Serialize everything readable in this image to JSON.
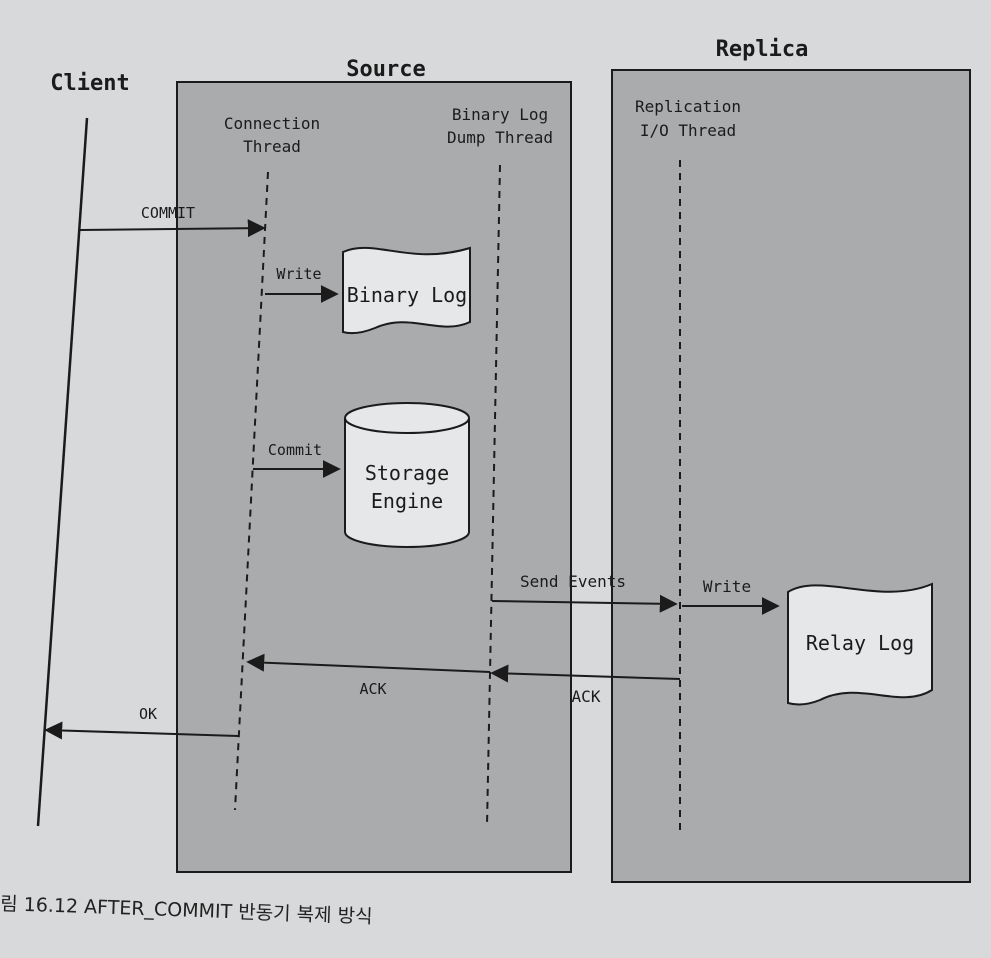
{
  "lanes": {
    "client": "Client",
    "source": "Source",
    "replica": "Replica"
  },
  "threads": {
    "connection": [
      "Connection",
      "Thread"
    ],
    "dump": [
      "Binary Log",
      "Dump Thread"
    ],
    "io": [
      "Replication",
      "I/O Thread"
    ]
  },
  "stores": {
    "binary_log": "Binary Log",
    "storage_engine": [
      "Storage",
      "Engine"
    ],
    "relay_log": "Relay Log"
  },
  "messages": {
    "commit": "COMMIT",
    "write_binlog": "Write",
    "commit_engine": "Commit",
    "send_events": "Send Events",
    "write_relay": "Write",
    "ack_replica": "ACK",
    "ack_source": "ACK",
    "ok": "OK"
  },
  "caption": "림 16.12 AFTER_COMMIT 반동기 복제 방식",
  "colors": {
    "page": "#d7d9da",
    "panel": "#a9abad",
    "shape": "#e6e7e8",
    "line": "#1b1b1b"
  }
}
